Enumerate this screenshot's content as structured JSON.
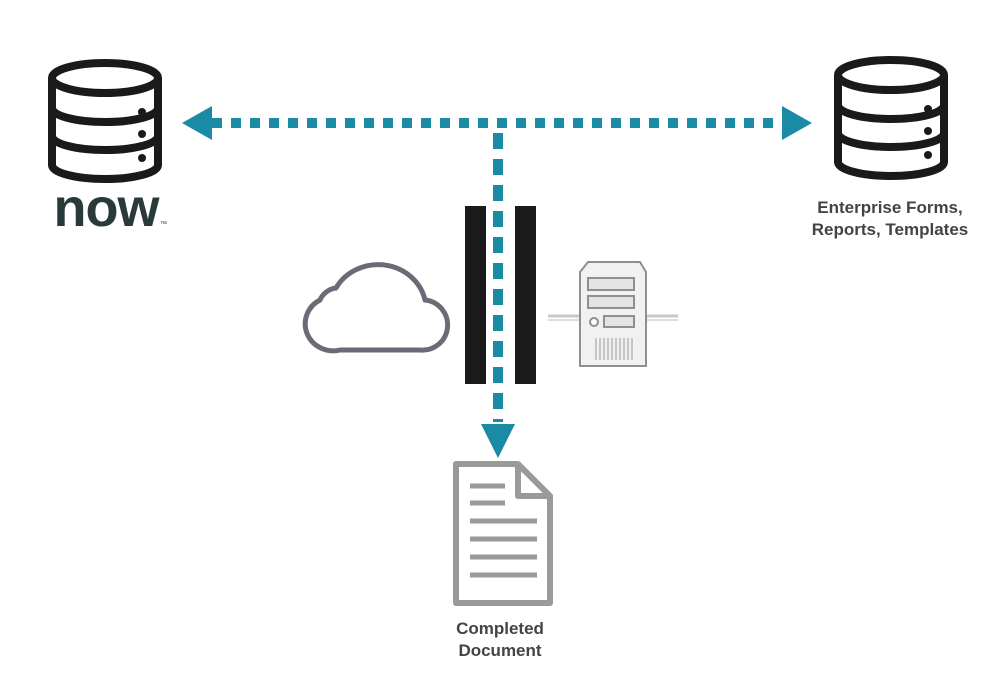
{
  "logo": {
    "text": "now",
    "trademark": "™"
  },
  "labels": {
    "enterprise_line1": "Enterprise Forms,",
    "enterprise_line2": "Reports, Templates",
    "completed_line1": "Completed",
    "completed_line2": "Document"
  },
  "icons": {
    "left_db": "database-icon",
    "right_db": "database-icon",
    "cloud": "cloud-icon",
    "firewall": "firewall-icon",
    "server": "server-icon",
    "document": "document-icon"
  },
  "colors": {
    "accent": "#1b8aa5",
    "icon_dark": "#1a1a1a",
    "cloud": "#6b6b78",
    "doc": "#9a9a9a",
    "label": "#444444",
    "logo": "#2a3a3a",
    "logo_o": "#7cc49a"
  }
}
